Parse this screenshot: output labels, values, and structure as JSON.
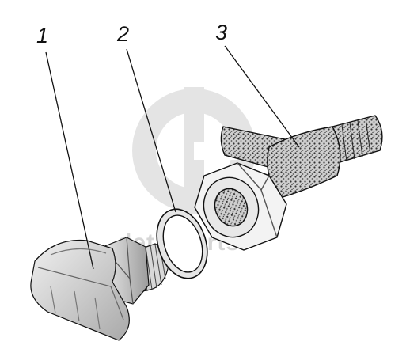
{
  "callouts": [
    {
      "id": "1",
      "label": "1"
    },
    {
      "id": "2",
      "label": "2"
    },
    {
      "id": "3",
      "label": "3"
    }
  ],
  "watermark": {
    "text": "deta-parts"
  },
  "colors": {
    "line": "#111111",
    "watermark": "#d6d6d6",
    "part_fill": "#dcdcdc",
    "part_shade": "#b8b8b8"
  }
}
